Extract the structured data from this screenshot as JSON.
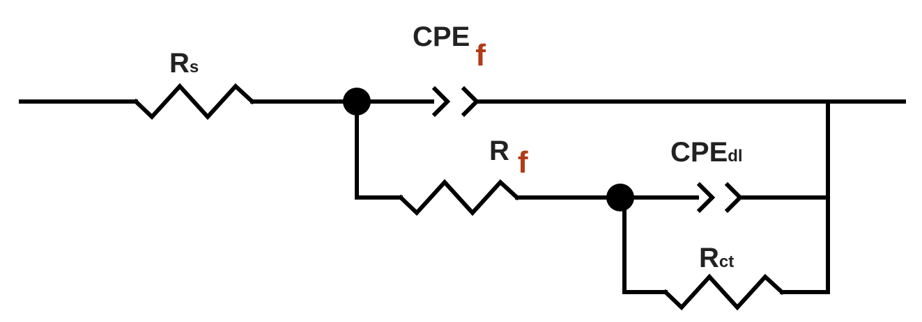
{
  "colors": {
    "wire": "#000000",
    "label": "#222222",
    "accent_subscript": "#b23a16"
  },
  "labels": {
    "rs": {
      "main": "R",
      "sub": "s"
    },
    "cpe_f": {
      "main": "CPE",
      "sub": "f"
    },
    "rf": {
      "main": "R",
      "sub": "f"
    },
    "cpe_dl": {
      "main": "CPE",
      "sub": "dl"
    },
    "rct": {
      "main": "R",
      "sub": "ct"
    }
  }
}
